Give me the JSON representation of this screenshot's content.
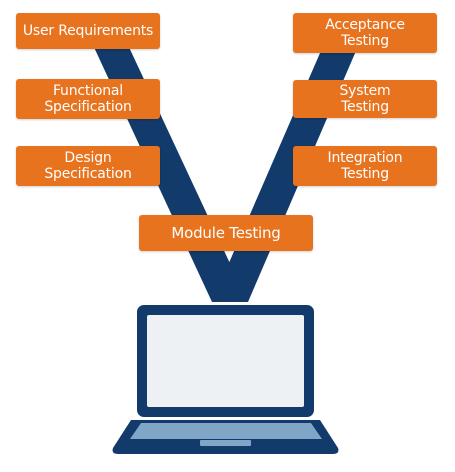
{
  "diagram": {
    "left_branch": [
      {
        "label": "User Requirements"
      },
      {
        "label": "Functional\nSpecification"
      },
      {
        "label": "Design\nSpecification"
      }
    ],
    "right_branch": [
      {
        "label": "Acceptance\nTesting"
      },
      {
        "label": "System\nTesting"
      },
      {
        "label": "Integration\nTesting"
      }
    ],
    "bottom": {
      "label": "Module Testing"
    }
  },
  "colors": {
    "box_fill": "#e8731f",
    "box_text": "#ffffff",
    "v_band": "#123a6b",
    "laptop_body": "#123a6b",
    "laptop_screen": "#eef1f4",
    "laptop_keyboard": "#7fa6c7"
  },
  "icons": {
    "laptop": "laptop-icon"
  }
}
